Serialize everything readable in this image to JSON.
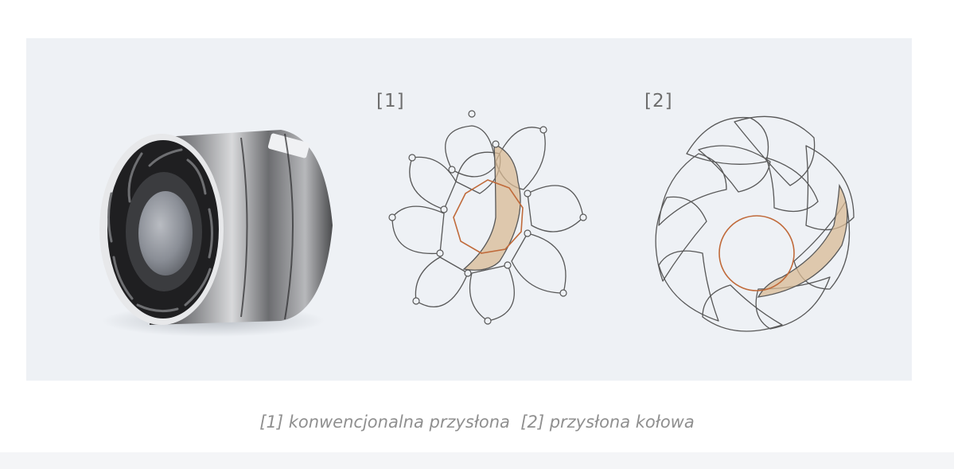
{
  "diagrams": [
    {
      "label": "[1]",
      "aperture_shape": "polygon",
      "blade_count": 9
    },
    {
      "label": "[2]",
      "aperture_shape": "circle",
      "blade_count": 11
    }
  ],
  "caption": "[1] konwencjonalna przysłona  [2] przysłona kołowa",
  "colors": {
    "panel_background": "#eef1f5",
    "blade_outline": "#585858",
    "aperture_outline": "#c06a3a",
    "highlight_blade_fill": "#d8b994",
    "caption_text": "#8f8f8f",
    "label_text": "#6d6d6d"
  },
  "icons": {
    "lens_image": "lens-barrel-icon"
  }
}
